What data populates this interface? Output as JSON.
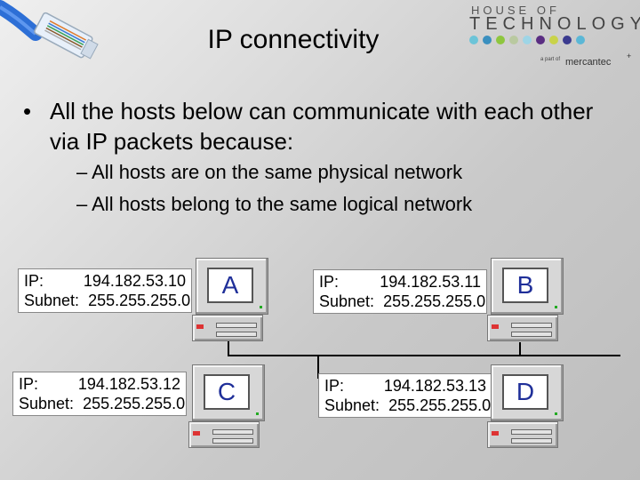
{
  "slide": {
    "title": "IP connectivity",
    "bullet": "All the hosts below can communicate with each other via IP packets because:",
    "bullet_marker": "•",
    "subbullets": [
      "– All hosts are on the same physical network",
      "– All hosts belong to the same logical network"
    ]
  },
  "logo": {
    "line1": "HOUSE OF",
    "line2": "TECHNOLOGY",
    "byline": "a part of",
    "brand": "mercantec",
    "plus": "+",
    "dot_colors": [
      "#6cc4d8",
      "#3a8fbf",
      "#8ec63f",
      "#b9c9a0",
      "#9ed5e6",
      "#5a2d82",
      "#c9d34a",
      "#3b3b8f",
      "#5bb7d6"
    ]
  },
  "hosts": [
    {
      "letter": "A",
      "ip_label": "IP:",
      "ip": "194.182.53.10",
      "subnet_label": "Subnet:",
      "subnet": "255.255.255.0"
    },
    {
      "letter": "B",
      "ip_label": "IP:",
      "ip": "194.182.53.11",
      "subnet_label": "Subnet:",
      "subnet": "255.255.255.0"
    },
    {
      "letter": "C",
      "ip_label": "IP:",
      "ip": "194.182.53.12",
      "subnet_label": "Subnet:",
      "subnet": "255.255.255.0"
    },
    {
      "letter": "D",
      "ip_label": "IP:",
      "ip": "194.182.53.13",
      "subnet_label": "Subnet:",
      "subnet": "255.255.255.0"
    }
  ],
  "colors": {
    "host_letter": "#1f2f99",
    "cable": "#3a6fd0"
  }
}
